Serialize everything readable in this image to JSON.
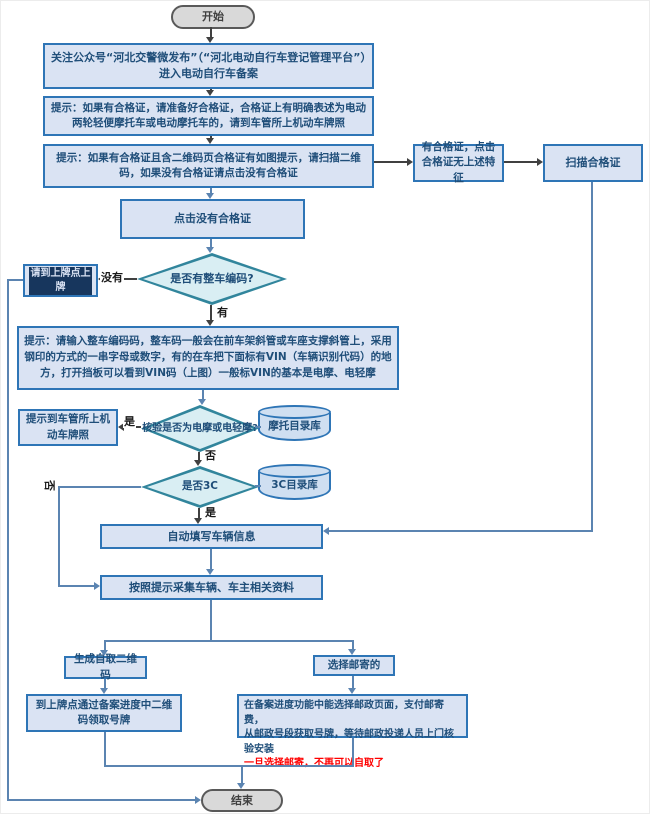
{
  "flowchart": {
    "nodes": {
      "start": "开始",
      "follow": "关注公众号“河北交警微发布”（“河北电动自行车登记管理平台”）进入电动自行车备案",
      "tip_cert": "提示：如果有合格证，请准备好合格证，合格证上有明确表述为电动两轮轻便摩托车或电动摩托车的，请到车管所上机动车牌照",
      "tip_qr": "提示：如果有合格证且含二维码页合格证有如图提示，请扫描二维码，如果没有合格证请点击没有合格证",
      "has_cert": "有合格证，点击合格证无上述特征",
      "scan_cert": "扫描合格证",
      "no_cert": "点击没有合格证",
      "has_vin_q": "是否有整车编码?",
      "plate_point": "请到上牌点上牌",
      "vin_tip": "提示：请输入整车编码码，整车码一般会在前车架斜管或车座支撑斜管上，采用钢印的方式的一串字母或数字，有的在车把下面标有VIN（车辆识别代码）的地方，打开挡板可以看到VIN码（上图）一般标VIN的基本是电摩、电轻摩",
      "check_moto_q": "核验是否为电摩或电轻摩?",
      "moto_db": "摩托目录库",
      "dmv_tip": "提示到车管所上机动车牌照",
      "is_3c_q": "是否3C",
      "cc_db": "3C目录库",
      "autofill": "自动填写车辆信息",
      "collect": "按照提示采集车辆、车主相关资料",
      "self_qr": "生成自取二维码",
      "pickup": "到上牌点通过备案进度中二维码领取号牌",
      "mail": "选择邮寄的",
      "mail_note_line1": "在备案进度功能中能选择邮政页面，支付邮寄费，",
      "mail_note_line2": "从邮政号段获取号牌，等待邮政投递人员上门核验安装",
      "mail_note_warning": "一旦选择邮寄，不再可以自取了",
      "end": "结束"
    },
    "edge_labels": {
      "no_vin": "没有",
      "have_vin": "有",
      "yes_moto": "是",
      "not_moto": "否",
      "no_3c": "否",
      "yes_3c": "是"
    },
    "colors": {
      "process_fill": "#dae3f3",
      "process_border": "#2e75b6",
      "decision_fill": "#d9eef3",
      "decision_border": "#31859c",
      "terminal_fill": "#d9d9d9",
      "terminal_border": "#595959",
      "connector_blue": "#5b84b1",
      "connector_dark": "#404040",
      "text": "#1f4e79",
      "warning_text": "#ff0000"
    }
  }
}
